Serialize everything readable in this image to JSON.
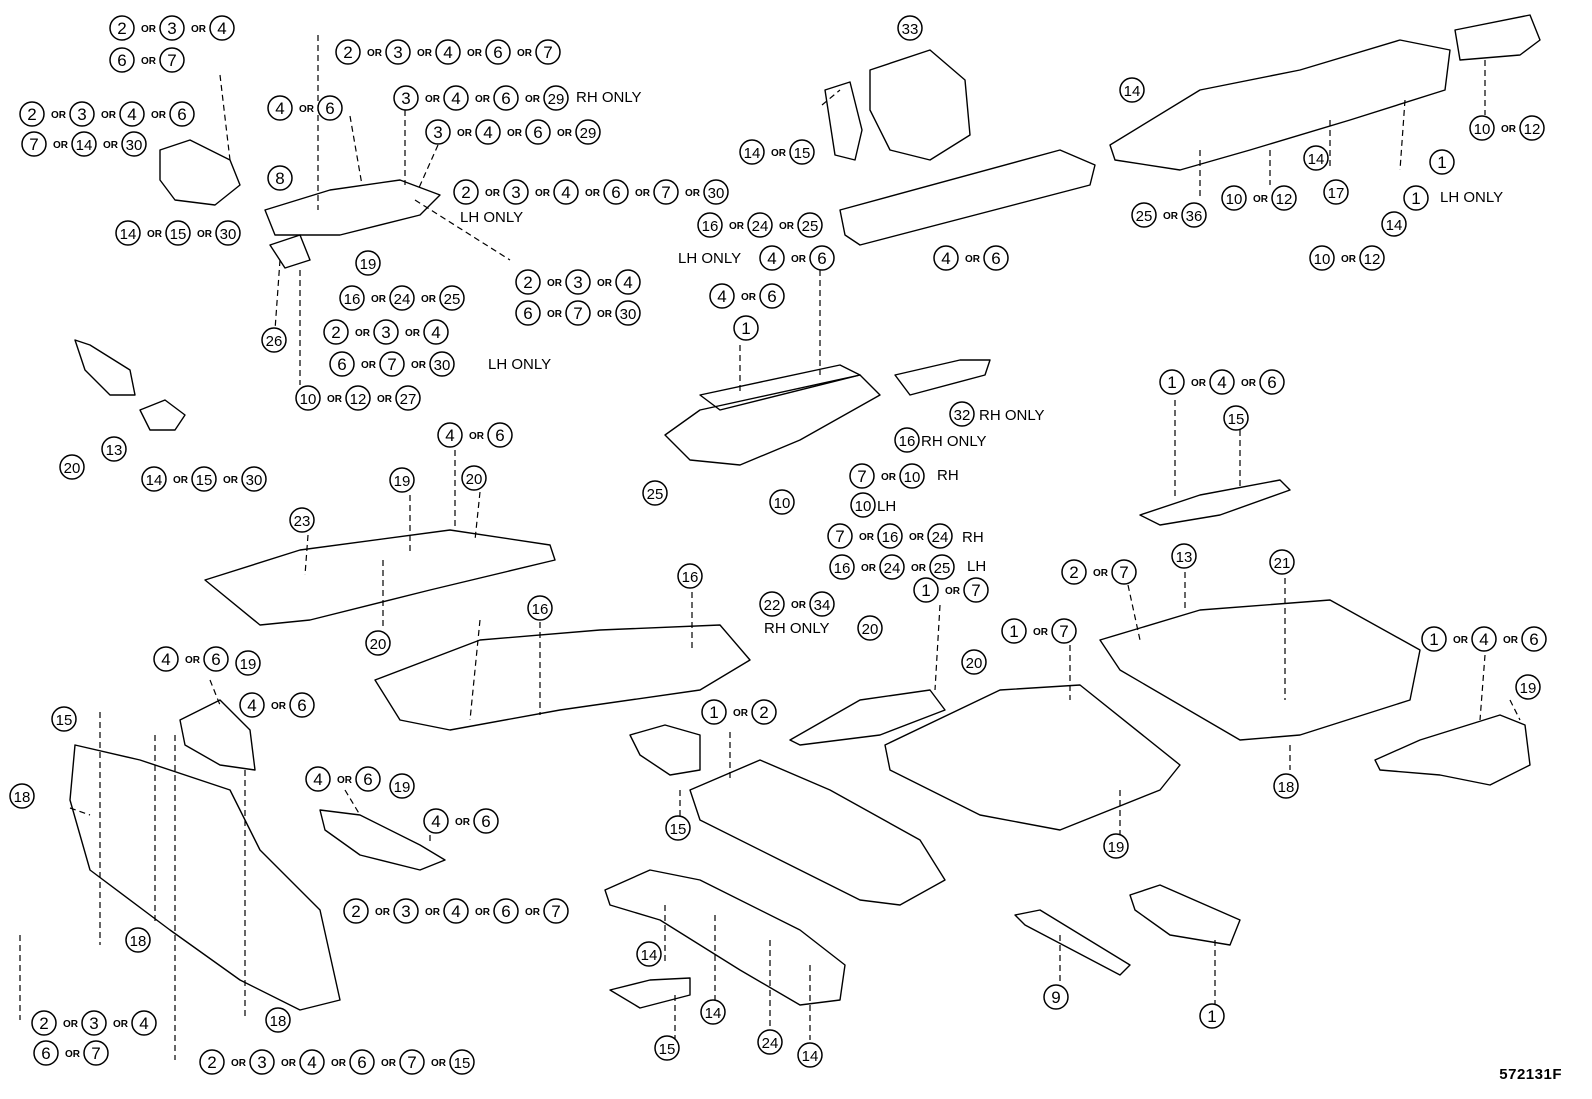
{
  "diagram_code": "572131F",
  "callouts": [
    [
      "2",
      "3",
      "4"
    ],
    [
      "6",
      "7"
    ],
    [
      "2",
      "3",
      "4",
      "6",
      "7"
    ],
    [
      "2",
      "3",
      "4",
      "6"
    ],
    [
      "7",
      "14",
      "30"
    ],
    [
      "4",
      "6"
    ],
    [
      "3",
      "4",
      "6",
      "29"
    ],
    [
      "3",
      "4",
      "6",
      "29"
    ],
    [
      "8"
    ],
    [
      "2",
      "3",
      "4",
      "6",
      "7",
      "30"
    ],
    [
      "14",
      "15",
      "30"
    ],
    [
      "19"
    ],
    [
      "16",
      "24",
      "25"
    ],
    [
      "2",
      "3",
      "4"
    ],
    [
      "6",
      "7",
      "30"
    ],
    [
      "2",
      "3",
      "4"
    ],
    [
      "6",
      "7",
      "30"
    ],
    [
      "26"
    ],
    [
      "10",
      "12",
      "27"
    ],
    [
      "13"
    ],
    [
      "20"
    ],
    [
      "14",
      "15",
      "30"
    ],
    [
      "33"
    ],
    [
      "14",
      "15"
    ],
    [
      "16",
      "24",
      "25"
    ],
    [
      "4",
      "6"
    ],
    [
      "4",
      "6"
    ],
    [
      "4",
      "6"
    ],
    [
      "1"
    ],
    [
      "14"
    ],
    [
      "10",
      "12"
    ],
    [
      "1"
    ],
    [
      "1"
    ],
    [
      "14"
    ],
    [
      "17"
    ],
    [
      "25",
      "36"
    ],
    [
      "10",
      "12"
    ],
    [
      "14"
    ],
    [
      "10",
      "12"
    ],
    [
      "32"
    ],
    [
      "16"
    ],
    [
      "7",
      "10"
    ],
    [
      "10"
    ],
    [
      "25"
    ],
    [
      "10"
    ],
    [
      "7",
      "16",
      "24"
    ],
    [
      "16",
      "24",
      "25"
    ],
    [
      "22",
      "34"
    ],
    [
      "1",
      "4",
      "6"
    ],
    [
      "15"
    ],
    [
      "4",
      "6"
    ],
    [
      "19"
    ],
    [
      "20"
    ],
    [
      "23"
    ],
    [
      "20"
    ],
    [
      "16"
    ],
    [
      "16"
    ],
    [
      "20"
    ],
    [
      "1",
      "7"
    ],
    [
      "1",
      "7"
    ],
    [
      "20"
    ],
    [
      "2",
      "7"
    ],
    [
      "13"
    ],
    [
      "21"
    ],
    [
      "1",
      "4",
      "6"
    ],
    [
      "19"
    ],
    [
      "18"
    ],
    [
      "19"
    ],
    [
      "4",
      "6"
    ],
    [
      "19"
    ],
    [
      "4",
      "6"
    ],
    [
      "15"
    ],
    [
      "18"
    ],
    [
      "4",
      "6"
    ],
    [
      "19"
    ],
    [
      "4",
      "6"
    ],
    [
      "15"
    ],
    [
      "1",
      "2"
    ],
    [
      "18"
    ],
    [
      "2",
      "3",
      "4",
      "6",
      "7"
    ],
    [
      "2",
      "3",
      "4"
    ],
    [
      "6",
      "7"
    ],
    [
      "18"
    ],
    [
      "2",
      "3",
      "4",
      "6",
      "7",
      "15"
    ],
    [
      "14"
    ],
    [
      "14"
    ],
    [
      "24"
    ],
    [
      "15"
    ],
    [
      "14"
    ],
    [
      "9"
    ],
    [
      "1"
    ]
  ],
  "or_text": "OR",
  "notes": {
    "rh_only": "RH ONLY",
    "lh_only": "LH ONLY",
    "rh": "RH",
    "lh": "LH",
    "lh_only_prefix": "LH ONLY"
  }
}
